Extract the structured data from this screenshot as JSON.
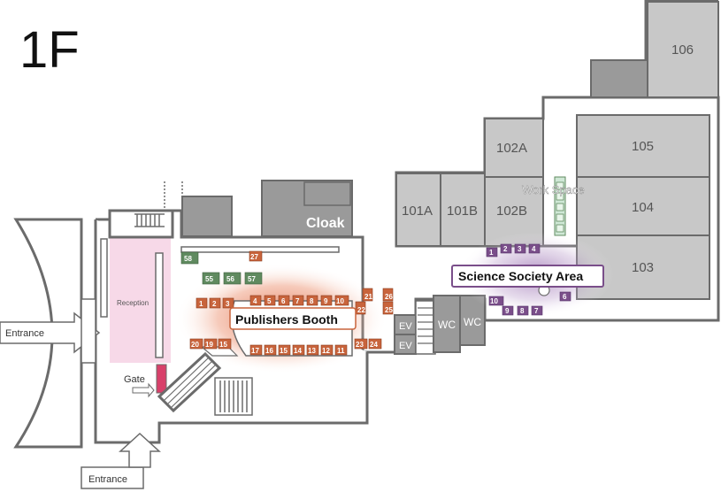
{
  "floor_label": "1F",
  "rooms": {
    "r106": "106",
    "r105": "105",
    "r104": "104",
    "r103": "103",
    "r102a": "102A",
    "r102b": "102B",
    "r101a": "101A",
    "r101b": "101B",
    "cloak": "Cloak",
    "wc1": "WC",
    "wc2": "WC",
    "ev1": "EV",
    "ev2": "EV",
    "work_space": "Work Space",
    "reception": "Reception",
    "gate": "Gate"
  },
  "entrances": {
    "left": "Entrance",
    "bottom": "Entrance"
  },
  "areas": {
    "publishers_booth": "Publishers Booth",
    "science_society": "Science Society Area"
  },
  "booths": {
    "b1": "1",
    "b2": "2",
    "b3": "3",
    "b4": "4",
    "b5": "5",
    "b6": "6",
    "b7": "7",
    "b8": "8",
    "b9": "9",
    "b10": "10",
    "b11": "11",
    "b12": "12",
    "b13": "13",
    "b14": "14",
    "b15": "15",
    "b16": "16",
    "b17": "17",
    "b19": "19",
    "b20": "20",
    "b21": "21",
    "b22": "22",
    "b23": "23",
    "b24": "24",
    "b25": "25",
    "b26": "26",
    "b27": "27",
    "b55": "55",
    "b56": "56",
    "b57": "57",
    "b58": "58",
    "s1": "1",
    "s2": "2",
    "s3": "3",
    "s4": "4",
    "s6": "6",
    "s7": "7",
    "s8": "8",
    "s9": "9",
    "s10": "10"
  },
  "colors": {
    "publisher_booth": "#c8643c",
    "poster_booth": "#5f8a5f",
    "society_booth": "#7a4e8a",
    "room": "#c8c8c8",
    "reception": "#f7d9e8",
    "gate": "#d8406a"
  }
}
